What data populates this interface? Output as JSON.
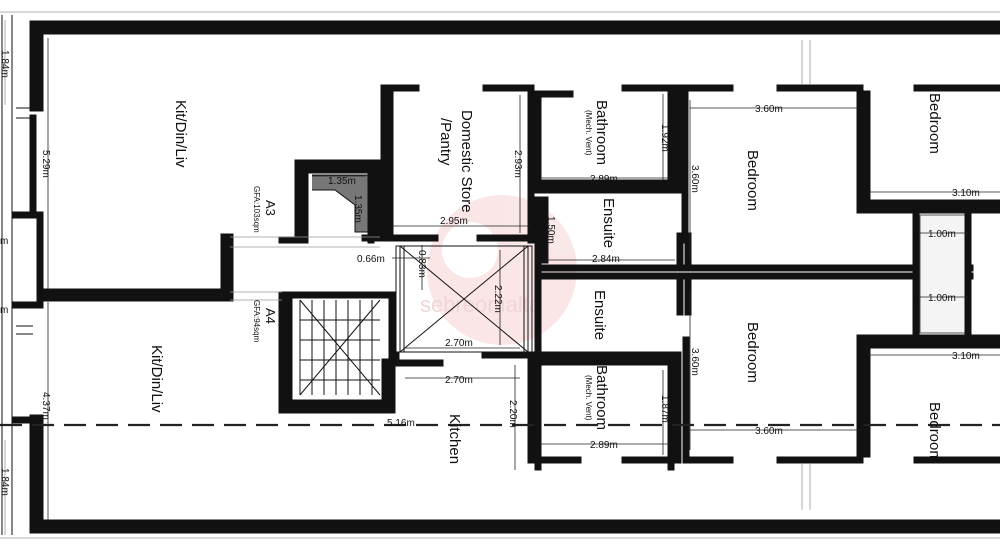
{
  "rooms": {
    "kit_top": "Kit/Din/Liv",
    "kit_bottom": "Kit/Din/Liv",
    "domestic_store": "Domestic Store",
    "pantry": "/Pantry",
    "bathroom_top": "Bathroom",
    "bathroom_bottom": "Bathroom",
    "mech_vent_top": "(Mech. Vent)",
    "mech_vent_bottom": "(Mech. Vent)",
    "bedroom_a": "Bedroom",
    "bedroom_b": "Bedroom",
    "bedroom_c": "Bedroom",
    "bedroom_d": "Bedroom",
    "ensuite_top": "Ensuite",
    "ensuite_bottom": "Ensuite",
    "kitchen": "Kitchen"
  },
  "units": {
    "a3_label": "A3",
    "a3_gfa": "GFA:103sqm",
    "a4_label": "A4",
    "a4_gfa": "GFA:94sqm"
  },
  "dimensions": {
    "d_5_29": "5.29m",
    "d_4_37": "4.37m",
    "d_1_84_top": "1.84m",
    "d_1_84_bottom": "1.84m",
    "d_m_top": "m",
    "d_m_bottom": "m",
    "d_2_93": "2.93m",
    "d_1_92": "1.92m",
    "d_2_89_top": "2.89m",
    "d_2_89_bottom": "2.89m",
    "d_3_60_a": "3.60m",
    "d_3_60_b": "3.60m",
    "d_3_60_c": "3.60m",
    "d_3_60_d": "3.60m",
    "d_3_10_top": "3.10m",
    "d_3_10_bottom": "3.10m",
    "d_1_00_top": "1.00m",
    "d_1_00_bottom": "1.00m",
    "d_1_35": "1.35m",
    "d_1_35_v": "1.35m",
    "d_2_95": "2.95m",
    "d_0_66": "0.66m",
    "d_0_83": "0.83m",
    "d_1_50": "1.50m",
    "d_2_84": "2.84m",
    "d_2_22": "2.22m",
    "d_2_70_top": "2.70m",
    "d_2_70_bottom": "2.70m",
    "d_2_20": "2.20m",
    "d_1_87": "1.87m",
    "d_5_16": "5.16m"
  },
  "watermark": {
    "text": "sebreomalta",
    "color": "#e8a3a8"
  },
  "colors": {
    "wall": "#111111",
    "background": "#ffffff"
  }
}
